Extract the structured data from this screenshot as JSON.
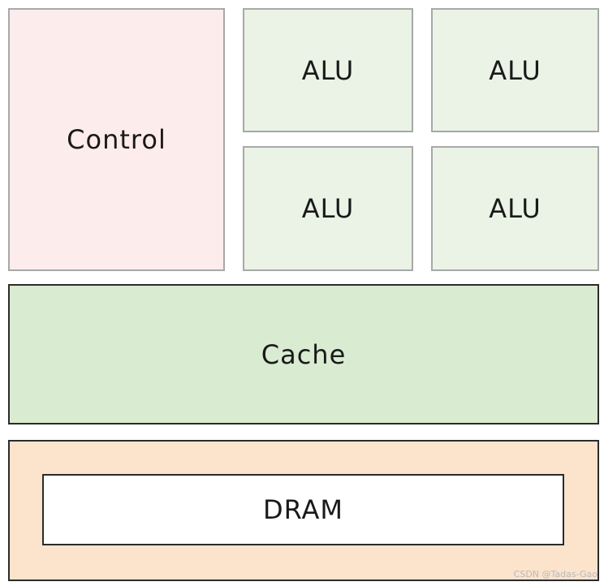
{
  "diagram": {
    "control": {
      "label": "Control",
      "color": "#fceceb"
    },
    "alus": [
      {
        "label": "ALU"
      },
      {
        "label": "ALU"
      },
      {
        "label": "ALU"
      },
      {
        "label": "ALU"
      }
    ],
    "alu_color": "#eaf3e5",
    "cache": {
      "label": "Cache",
      "color": "#d9ebd1"
    },
    "dram": {
      "label": "DRAM",
      "outer_color": "#fbe3cc",
      "inner_color": "#ffffff"
    }
  },
  "watermark": "CSDN @Tadas-Gao"
}
